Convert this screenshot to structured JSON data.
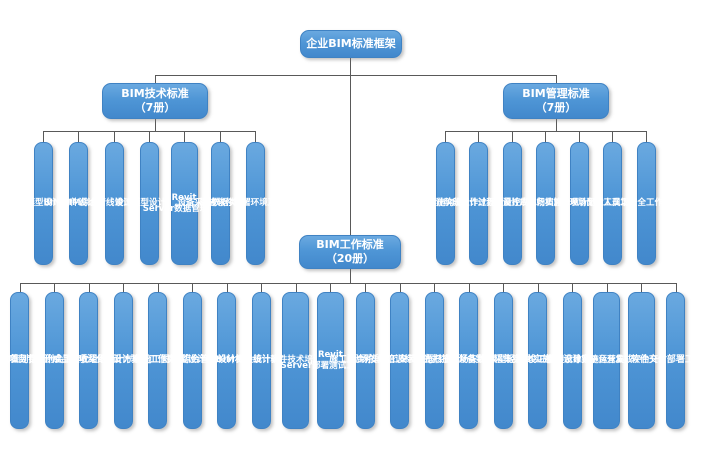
{
  "title": "企业BIM标准框架",
  "root": {
    "label": "企业BIM标准框架"
  },
  "branches": {
    "tech": {
      "title": "BIM技术标准",
      "subtitle": "（7册）",
      "children": [
        "BIM模型设计标准",
        "BIM构件设计标准",
        "BIM综合管线设计制图标准",
        "竣工模型设计要求",
        "Revit Server数据管理标准",
        "设备采集数据类型标准",
        "实施软件部署环境及硬件要求"
      ]
    },
    "mgmt": {
      "title": "BIM管理标准",
      "subtitle": "（7册）",
      "children": [
        "BIM项目实施沟通指导手册",
        "设计阶段工作计划编制要求",
        "设计过程质量控制管理办法",
        "设计成品归档管理办法",
        "现场实施分项计划编制要求",
        "现场配合人员工作细则",
        "施工现场安全工作管理办法"
      ]
    },
    "work": {
      "title": "BIM工作标准",
      "subtitle": "（20册）",
      "children": [
        "项目启动策划指导手册",
        "项目专项例会工作流程",
        "设计成品验收组织工作流程",
        "专项深化设计方案评审流程",
        "设计验证工作实施流程",
        "施工图模型设计实施流程",
        "综合管线设计实施流程",
        "BIM材料统计实施细则",
        "专业设计软件技术培训工作流程",
        "Revit Server部署测试工作流程",
        "施工配合阶段流程",
        "现场技术培训标准及流程",
        "施工安装数据核查工作流程",
        "激光扫描现场实施工作流程",
        "设备数据采集实施流程",
        "模型轻量化实施工作流程",
        "竣工模型设计实施流程",
        "三维展示导览平台开发实施工作流程",
        "三维设施运营集成平台开发实施工作流程",
        "软件交付部署工作流程"
      ]
    }
  },
  "colors": {
    "box_blue": "#4f96d6",
    "box_border": "#3f82c3",
    "connector": "#595959",
    "text": "#ffffff",
    "background": "#ffffff"
  }
}
